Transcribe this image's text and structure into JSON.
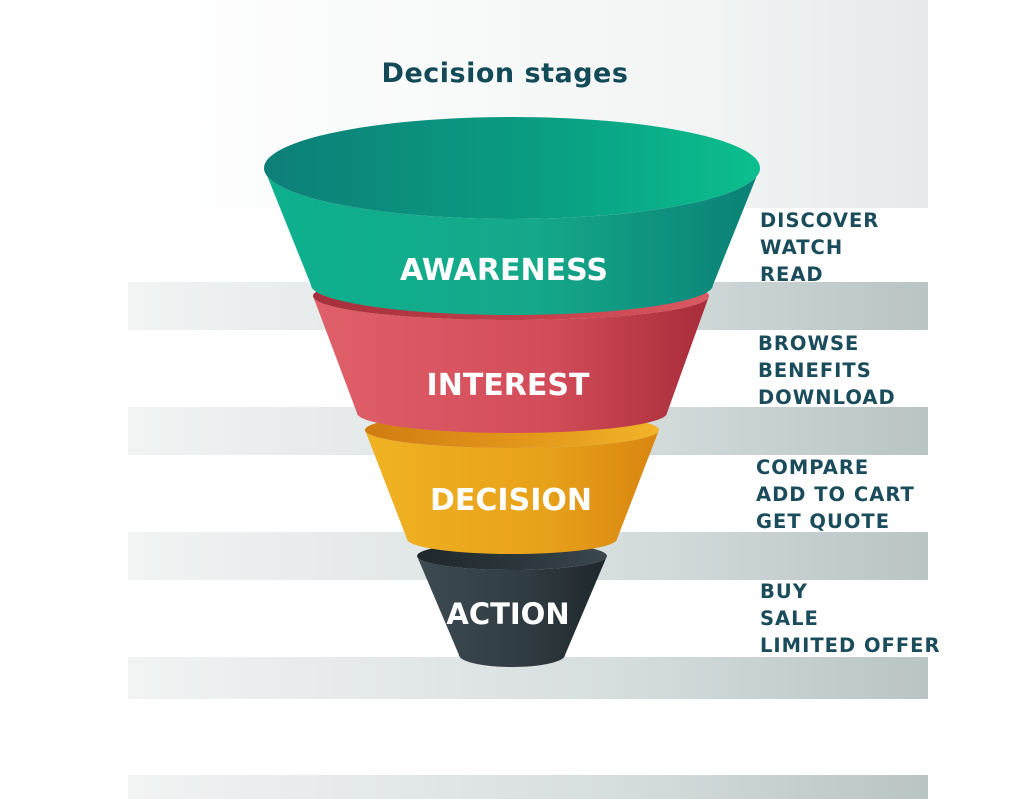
{
  "title": "Decision stages",
  "stages": [
    {
      "label": "AWARENESS",
      "actions": [
        "DISCOVER",
        "WATCH",
        "READ"
      ],
      "color": "#15a889"
    },
    {
      "label": "INTEREST",
      "actions": [
        "BROWSE",
        "BENEFITS",
        "DOWNLOAD"
      ],
      "color": "#d5505c"
    },
    {
      "label": "DECISION",
      "actions": [
        "COMPARE",
        "ADD TO CART",
        "GET QUOTE"
      ],
      "color": "#e8a21a"
    },
    {
      "label": "ACTION",
      "actions": [
        "BUY",
        "SALE",
        "LIMITED OFFER"
      ],
      "color": "#2f3b40"
    }
  ]
}
